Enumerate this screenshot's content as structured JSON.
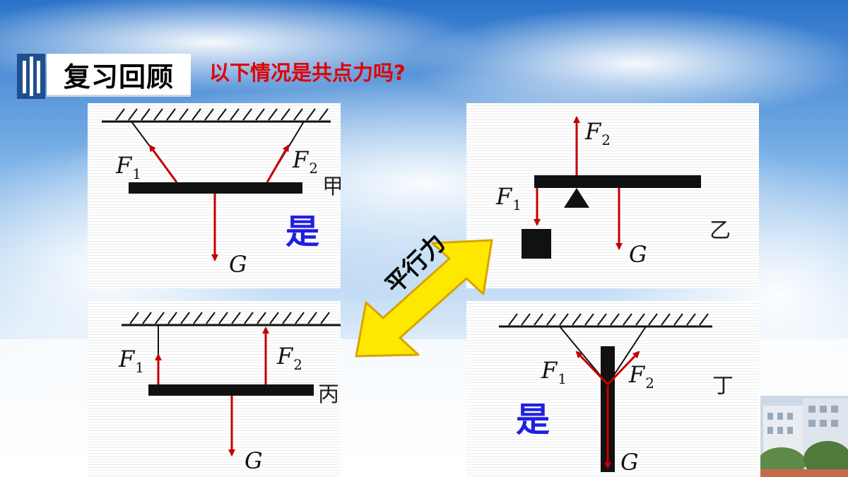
{
  "slide": {
    "header_title": "复习回顾",
    "question": "以下情况是共点力吗?",
    "arrow_label": "平行力",
    "accent_color": "#e00000",
    "answer_color": "#2020e0",
    "arrow_fill": "#ffe800"
  },
  "panels": {
    "jia": {
      "label": "甲",
      "answer": "是",
      "f1": "F",
      "f1_sub": "1",
      "f2": "F",
      "f2_sub": "2",
      "g": "G"
    },
    "yi": {
      "label": "乙",
      "answer": "",
      "f1": "F",
      "f1_sub": "1",
      "f2": "F",
      "f2_sub": "2",
      "g": "G"
    },
    "bing": {
      "label": "丙",
      "answer": "",
      "f1": "F",
      "f1_sub": "1",
      "f2": "F",
      "f2_sub": "2",
      "g": "G"
    },
    "ding": {
      "label": "丁",
      "answer": "是",
      "f1": "F",
      "f1_sub": "1",
      "f2": "F",
      "f2_sub": "2",
      "g": "G"
    }
  },
  "icons": {
    "header_decoration": "vertical-bars-icon",
    "double_arrow": "double-arrow-icon"
  }
}
